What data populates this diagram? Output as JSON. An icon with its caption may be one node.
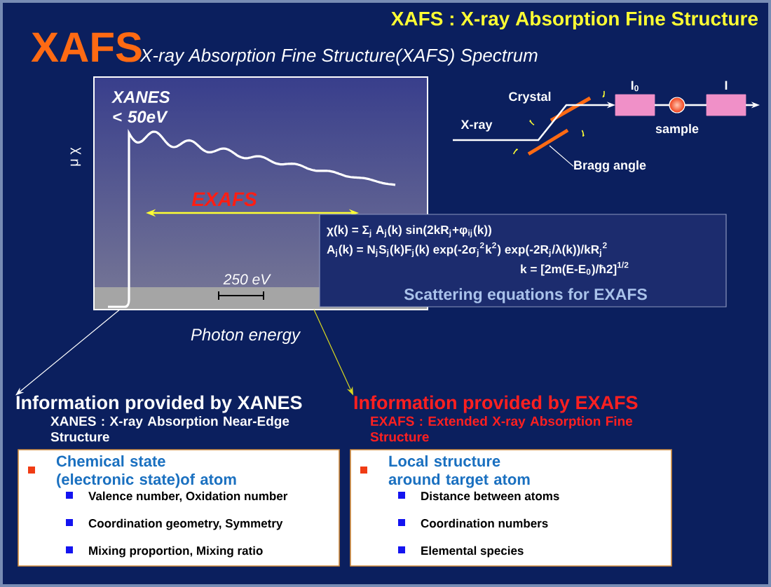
{
  "diagram": {
    "title": "XAFS : X-ray Absorption Fine Structure",
    "nodes": [
      {
        "text": [
          "XANES < 50eV",
          "EXAFS",
          "250 eV"
        ],
        "beside": [
          "μ χ",
          "Photon energy"
        ]
      },
      {
        "text": [
          "χ(k) = Σ$_{j}$ A$_{j}$(k) sin(2kR$_{j}$+φ$_{ij}$(k))",
          "A$_{j}$(k) = N$_{j}$S$_{j}$(k)F$_{j}$(k) exp(-2σ$_{j}$$^{2}$k$^{2}$) exp(-2R$_{j}$/λ(k))/kR$_{j}$$^{2}$",
          "k = [2m(E-E$_{0}$)/ħ2]$^{1/2}$",
          "Scattering equations for EXAFS"
        ]
      },
      {
        "text": [
          "I$_{0}$"
        ]
      },
      {
        "text": [
          "sample"
        ]
      },
      {
        "text": [
          "I"
        ]
      },
      {
        "text": [
          "Information provided by XANES",
          "XANES : X-ray Absorption Near-Edge Structure"
        ]
      },
      {
        "text": [
          "Chemical state (electronic state)of atom",
          "Valence number, Oxidation number",
          "Coordination geometry, Symmetry",
          "Mixing proportion, Mixing ratio"
        ]
      },
      {
        "text": [
          "Information provided by EXAFS",
          "EXAFS : Extended X-ray Absorption Fine Structure"
        ]
      },
      {
        "text": [
          "Local structure around target atom",
          "Distance between atoms",
          "Coordination numbers",
          "Elemental species"
        ]
      },
      {
        "text": [
          "Bragg angle"
        ]
      }
    ],
    "edges": [
      {
        "from": null,
        "to": 2,
        "arrow": "to"
      },
      {
        "from": 2,
        "to": 3,
        "arrow": "none"
      },
      {
        "from": 3,
        "to": 4,
        "arrow": "none"
      },
      {
        "from": 4,
        "to": null,
        "arrow": "to"
      },
      {
        "from": 0,
        "to": 5,
        "arrow": "to"
      },
      {
        "from": 0,
        "to": 7,
        "arrow": "to",
        "color": "#d8d820"
      },
      {
        "from": 9,
        "to": null,
        "arrow": "none"
      }
    ],
    "labels": [
      "XAFS",
      "X-ray Absorption Fine Structure(XAFS) Spectrum",
      "Crystal",
      "X-ray"
    ]
  }
}
